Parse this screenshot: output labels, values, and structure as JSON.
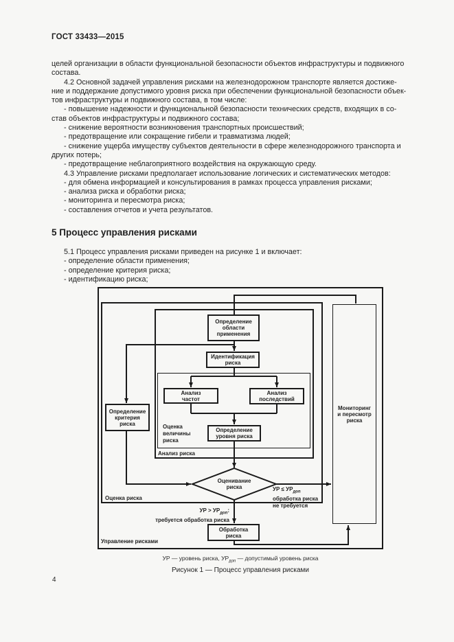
{
  "document": {
    "header": "ГОСТ 33433—2015",
    "page_number": "4"
  },
  "colors": {
    "page_bg": "#f7f7f5",
    "ink": "#1f1f1f",
    "line": "#1a1a1a"
  },
  "body": {
    "paragraphs": [
      {
        "indent": false,
        "lines": [
          "целей организации в области функциональной безопасности объектов инфраструктуры и подвижного",
          "состава."
        ]
      },
      {
        "indent": true,
        "lines": [
          "4.2 Основной задачей управления рисками на железнодорожном транспорте является достиже-",
          "ние и поддержание допустимого уровня риска при обеспечении функциональной безопасности объек-",
          "тов инфраструктуры и подвижного состава, в том числе:"
        ]
      },
      {
        "indent": true,
        "lines": [
          "- повышение надежности и функциональной безопасности технических средств, входящих в со-",
          "став объектов инфраструктуры и подвижного состава;"
        ]
      },
      {
        "indent": true,
        "lines": [
          "- снижение вероятности возникновения транспортных происшествий;"
        ]
      },
      {
        "indent": true,
        "lines": [
          "- предотвращение или сокращение гибели и травматизма людей;"
        ]
      },
      {
        "indent": true,
        "lines": [
          "- снижение ущерба имуществу субъектов деятельности в сфере железнодорожного транспорта и",
          "других потерь;"
        ]
      },
      {
        "indent": true,
        "lines": [
          "- предотвращение неблагоприятного воздействия на окружающую среду."
        ]
      },
      {
        "indent": true,
        "lines": [
          "4.3 Управление рисками предполагает использование логических и систематических методов:"
        ]
      },
      {
        "indent": true,
        "lines": [
          "- для обмена информацией и консультирования в рамках процесса управления рисками;"
        ]
      },
      {
        "indent": true,
        "lines": [
          "- анализа риска и обработки риска;"
        ]
      },
      {
        "indent": true,
        "lines": [
          "- мониторинга и пересмотра риска;"
        ]
      },
      {
        "indent": true,
        "lines": [
          "- составления отчетов и учета результатов."
        ]
      }
    ],
    "section_heading": "5 Процесс управления рисками",
    "intro_list": [
      {
        "indent": true,
        "lines": [
          "5.1 Процесс управления рисками приведен на рисунке 1 и включает:"
        ]
      },
      {
        "indent": true,
        "lines": [
          "- определение области применения;"
        ]
      },
      {
        "indent": true,
        "lines": [
          "- определение критерия риска;"
        ]
      },
      {
        "indent": true,
        "lines": [
          "- идентификацию риска;"
        ]
      }
    ]
  },
  "figure": {
    "nodes": {
      "scope": "Определение\nобласти\nприменения",
      "identification": "Идентификация\nриска",
      "frequency": "Анализ\nчастот",
      "consequences": "Анализ\nпоследствий",
      "risk_level": "Определение\nуровня риска",
      "criteria": "Определение\nкритерия\nриска",
      "monitoring": "Мониторинг\nи пересмотр\nриска",
      "evaluation": "Оценивание\nриска",
      "treatment": "Обработка\nриска"
    },
    "regions": {
      "management": "Управление рисками",
      "assessment": "Оценка риска",
      "analysis": "Анализ риска",
      "magnitude": "Оценка\nвеличины\nриска"
    },
    "edge_labels": {
      "le": {
        "pre": "УР ≤ УР",
        "sub": "доп",
        "post": "",
        "line2": "обработка риска",
        "line3": "не требуется"
      },
      "gt": {
        "pre": "УР > УР",
        "sub": "доп",
        "post": ":",
        "line2": "требуется обработка риска"
      }
    },
    "legend": {
      "pre": "УР — уровень риска, УР",
      "sub": "доп",
      "post": " — допустимый уровень риска"
    },
    "caption": "Рисунок 1 — Процесс управления рисками"
  }
}
